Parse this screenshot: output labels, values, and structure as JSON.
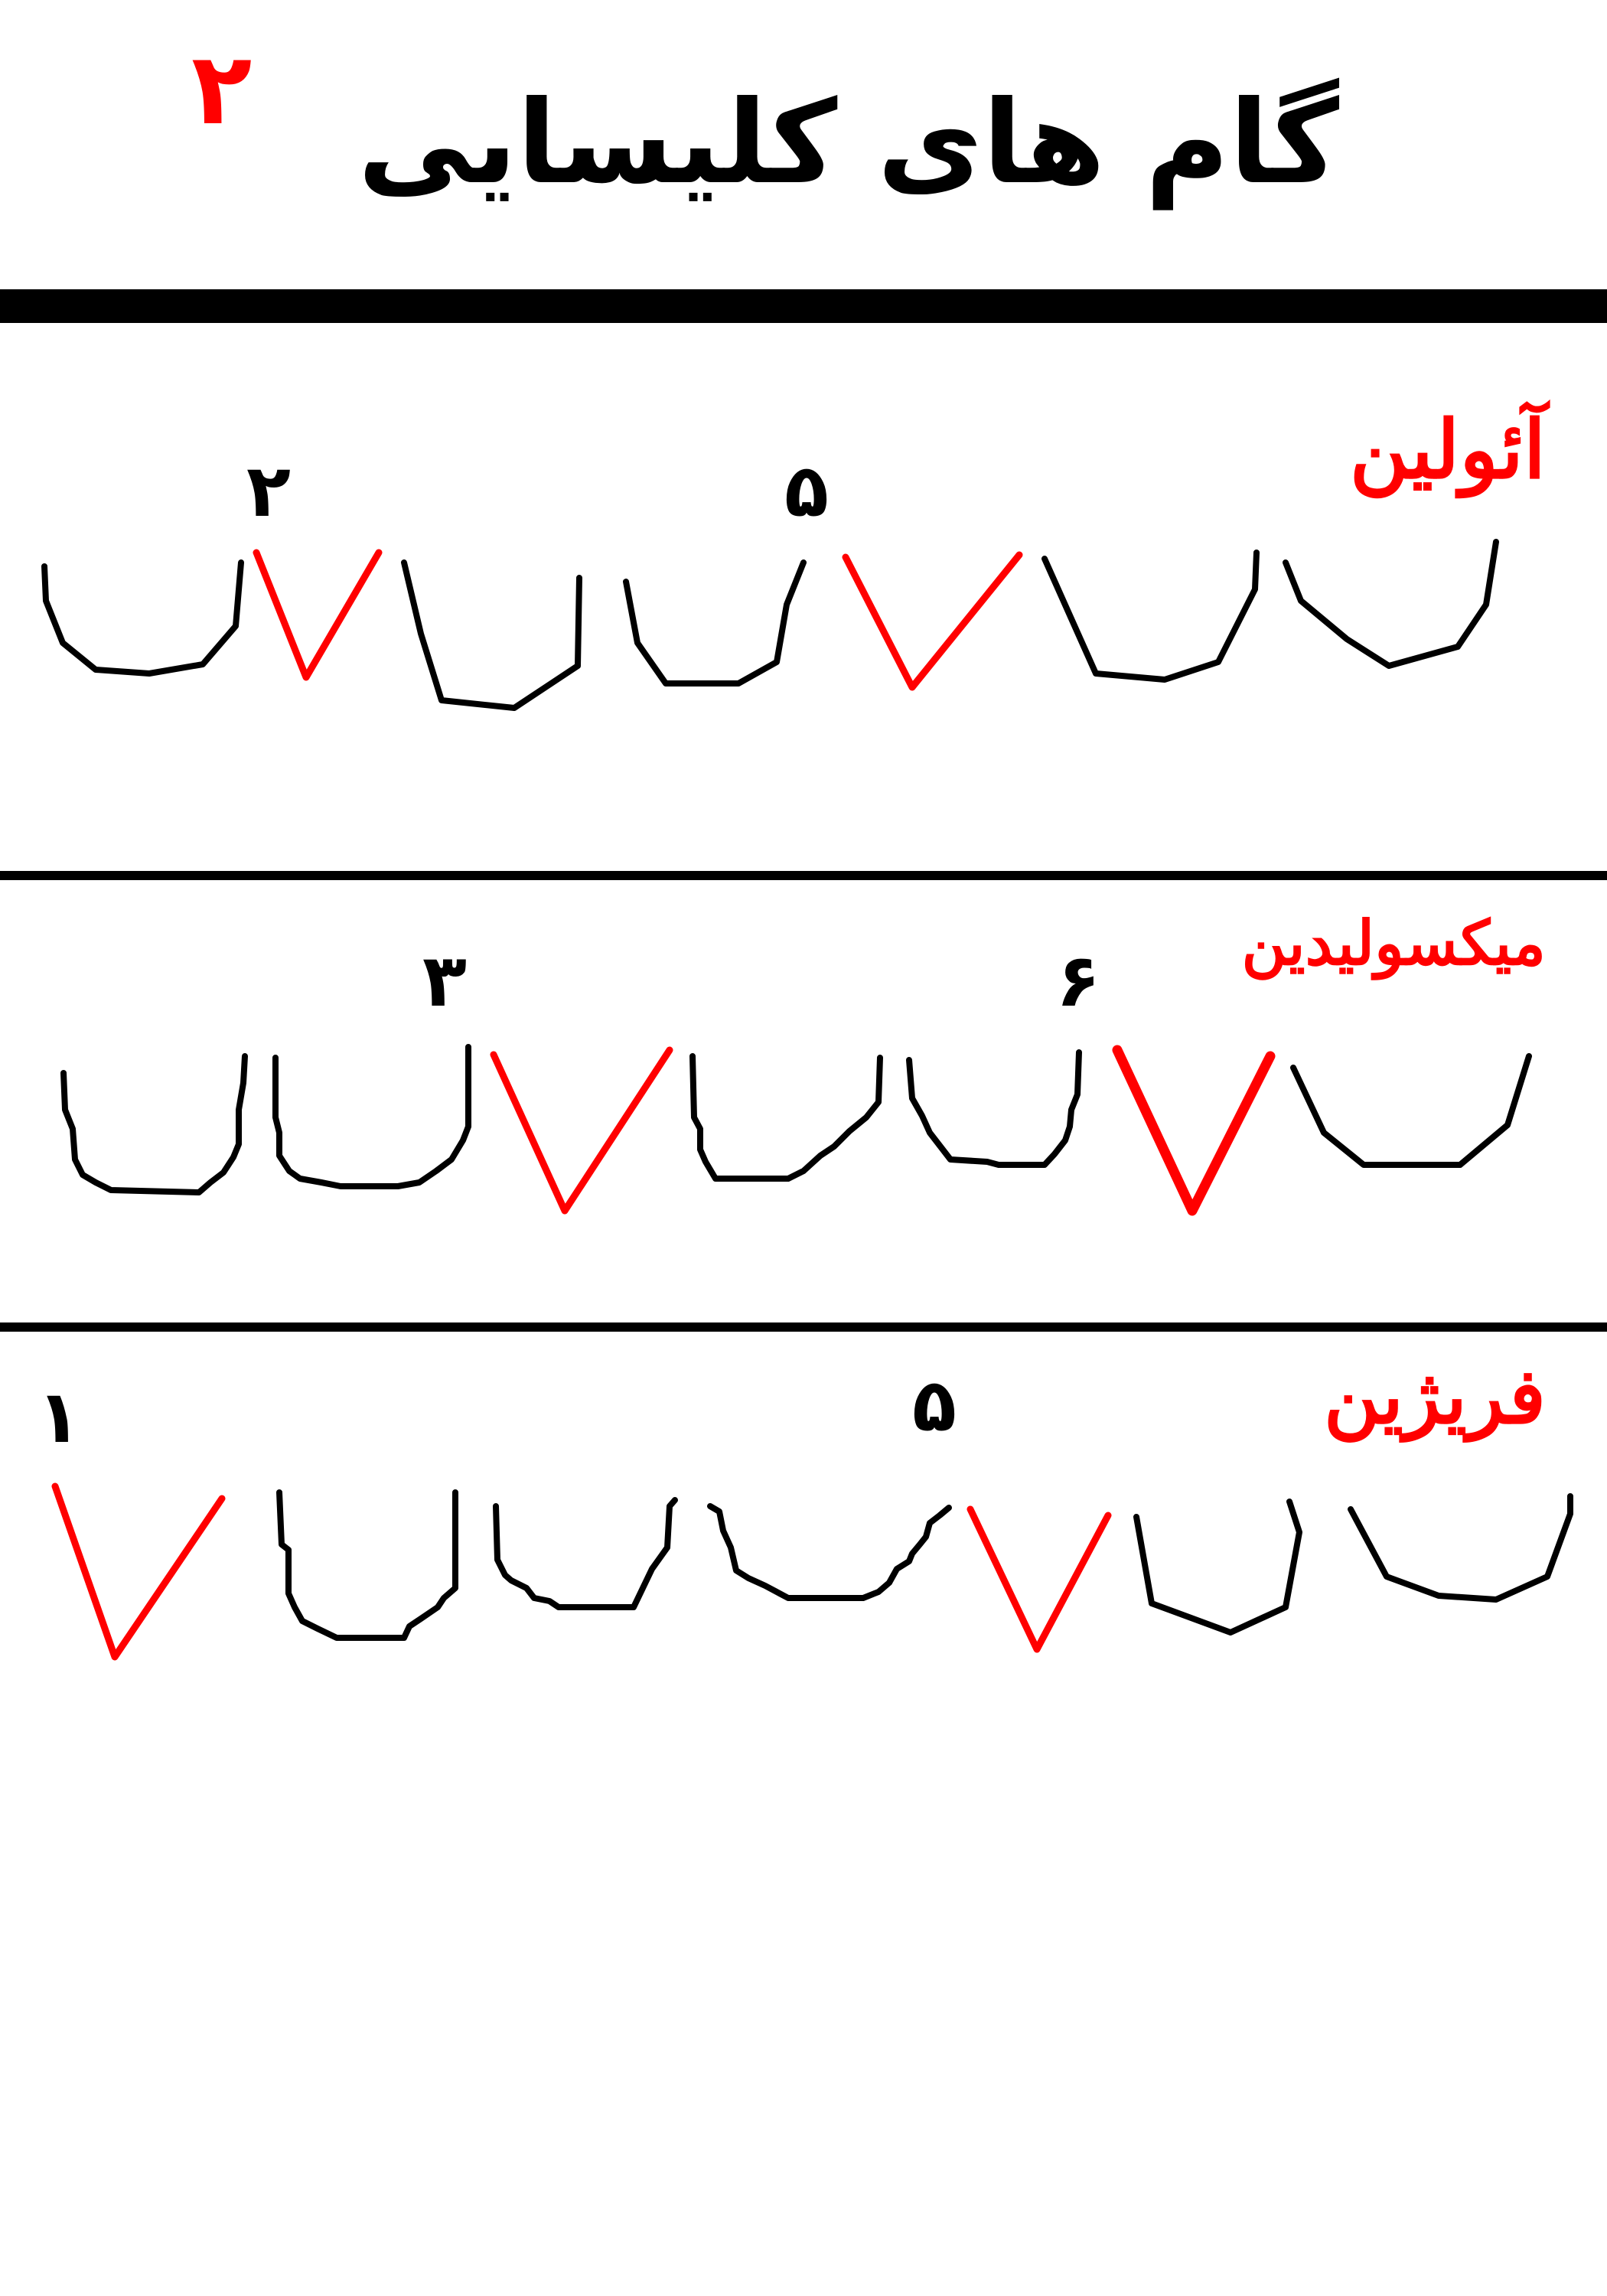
{
  "page": {
    "title": "گام های کلیسایی",
    "title_number": "۲"
  },
  "sections": [
    {
      "mode_name": "آئولین",
      "degree_marks": [
        "۲",
        "۵"
      ]
    },
    {
      "mode_name": "میکسولیدین",
      "degree_marks": [
        "۳",
        "۶"
      ]
    },
    {
      "mode_name": "فریژین",
      "degree_marks": [
        "۱",
        "۵"
      ]
    }
  ],
  "colors": {
    "accent": "#ff0000",
    "ink": "#000000",
    "background": "#ffffff"
  }
}
